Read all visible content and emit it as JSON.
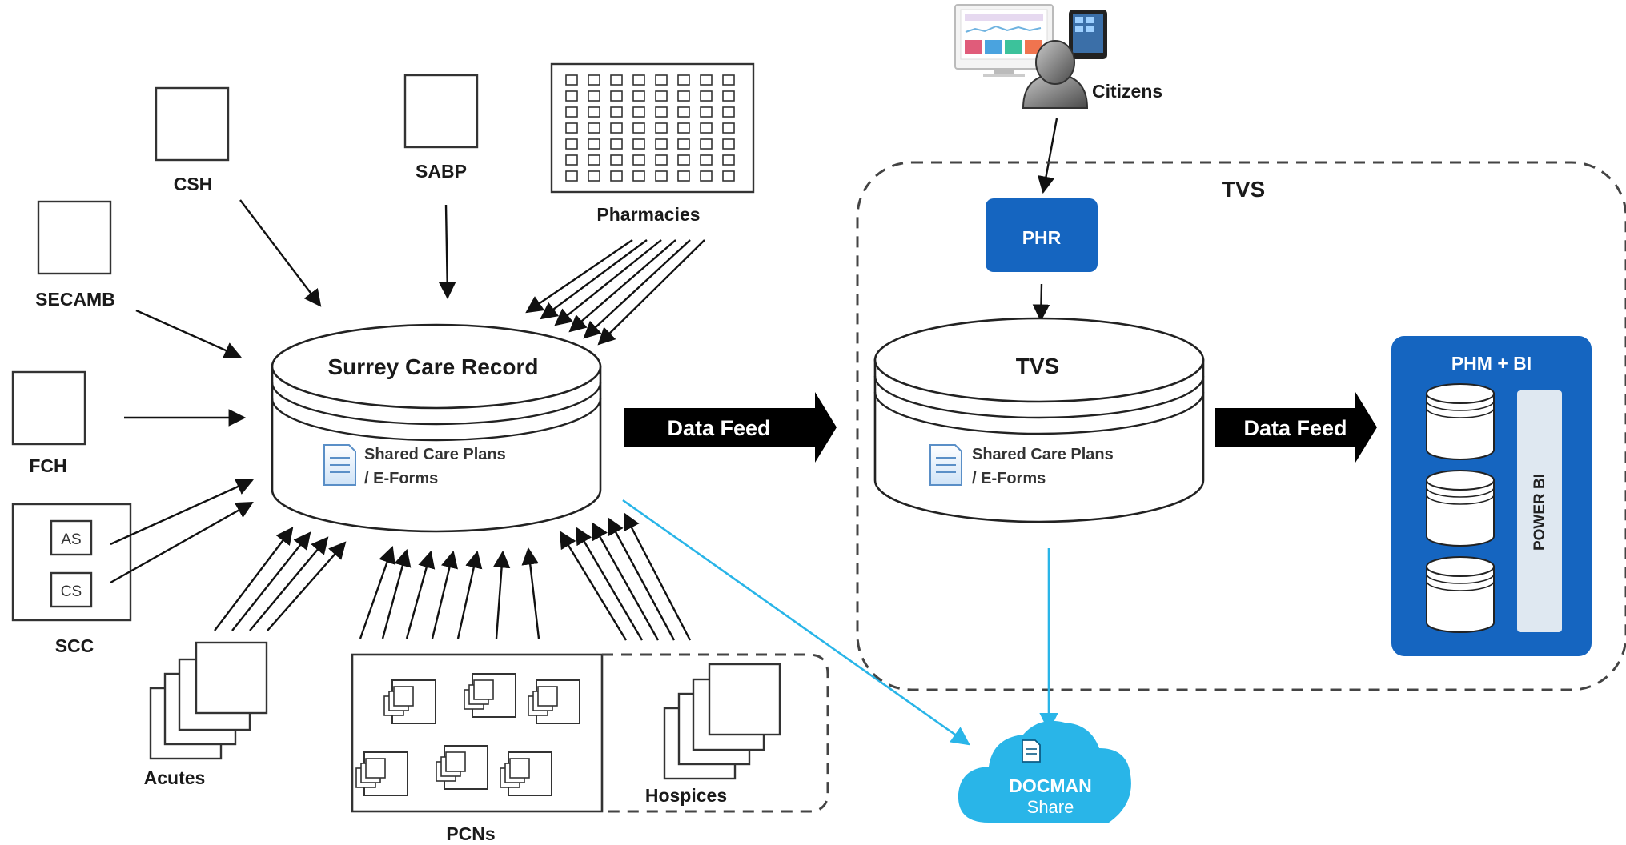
{
  "sources": {
    "csh": "CSH",
    "sabp": "SABP",
    "pharmacies": "Pharmacies",
    "secamb": "SECAMB",
    "fch": "FCH",
    "scc": "SCC",
    "scc_as": "AS",
    "scc_cs": "CS",
    "acutes": "Acutes",
    "pcns": "PCNs",
    "hospices": "Hospices"
  },
  "surrey": {
    "title": "Surrey Care Record",
    "plans_line1": "Shared Care Plans",
    "plans_line2": "/ E-Forms"
  },
  "feed1": "Data Feed",
  "feed2": "Data Feed",
  "citizens": "Citizens",
  "tvs_group": "TVS",
  "phr": "PHR",
  "tvs_db": {
    "title": "TVS",
    "plans_line1": "Shared Care Plans",
    "plans_line2": "/ E-Forms"
  },
  "phm": {
    "title": "PHM + BI",
    "powerbi": "POWER BI"
  },
  "docman": {
    "line1": "DOCMAN",
    "line2": "Share"
  },
  "colors": {
    "blue": "#1565c0",
    "blue_dark": "#0d4f9e",
    "cloud": "#29b5e8",
    "arrow_black": "#000000"
  }
}
